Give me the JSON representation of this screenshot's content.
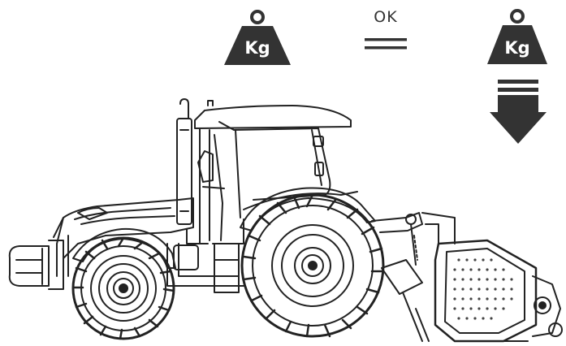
{
  "weights": {
    "left_label": "Kg",
    "right_label": "Kg"
  },
  "equals": {
    "label": "OK"
  },
  "icons": {
    "left": "weight-kg-icon",
    "equals": "equals-sign-icon",
    "right": "weight-kg-icon",
    "arrow": "arrow-down-icon"
  },
  "colors": {
    "ink": "#333333",
    "outline": "#222222",
    "background": "#ffffff"
  }
}
